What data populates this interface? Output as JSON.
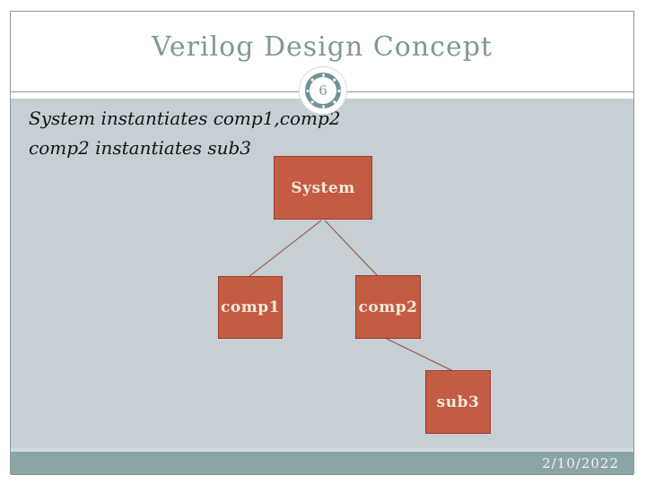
{
  "slide": {
    "title": "Verilog Design Concept",
    "page_number": "6",
    "date": "2/10/2022",
    "notes": [
      "System instantiates comp1,comp2",
      "comp2 instantiates sub3"
    ]
  },
  "diagram": {
    "type": "tree",
    "nodes": [
      {
        "id": "system",
        "label": "System"
      },
      {
        "id": "comp1",
        "label": "comp1"
      },
      {
        "id": "comp2",
        "label": "comp2"
      },
      {
        "id": "sub3",
        "label": "sub3"
      }
    ],
    "edges": [
      {
        "from": "System",
        "to": "comp1"
      },
      {
        "from": "System",
        "to": "comp2"
      },
      {
        "from": "comp2",
        "to": "sub3"
      }
    ]
  },
  "colors": {
    "title_teal": "#7e9899",
    "body_background": "#c5cfd4",
    "footer_bar": "#8ba5a4",
    "node_fill": "#c45b45",
    "node_border": "#9e3b2b",
    "node_text": "#f3ead8",
    "edge_line": "#9c4a3a",
    "frame_border": "#8d9ba1"
  }
}
